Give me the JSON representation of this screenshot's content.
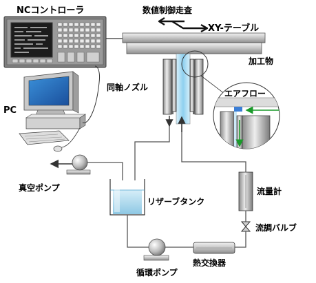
{
  "labels": {
    "nc_controller": "NCコントローラ",
    "numerical_control_scan": "数値制御走査",
    "xy_table": "XY-テーブル",
    "workpiece": "加工物",
    "coaxial_nozzle": "同軸ノズル",
    "air_flow": "エアフロー",
    "pc": "PC",
    "vacuum_pump": "真空ポンプ",
    "reservoir_tank": "リザーブタンク",
    "flow_meter": "流量計",
    "flow_control_valve": "流調バルブ",
    "circulation_pump": "循環ポンプ",
    "heat_exchanger": "熱交換器"
  },
  "colors": {
    "line": "#555555",
    "arrow_green": "#1a9a2a",
    "nozzle_fluid": "#a8d8f0",
    "tank_fluid": "#b8e0f0",
    "metal": "#c8c8c8"
  }
}
